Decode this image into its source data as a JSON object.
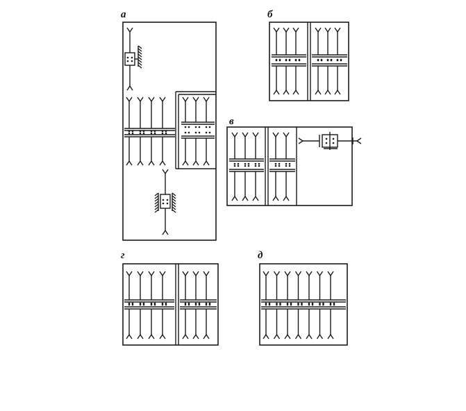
{
  "diagram": {
    "labels": {
      "a": "а",
      "b": "б",
      "v": "в",
      "g": "г",
      "d": "д"
    },
    "colors": {
      "line": "#1a1a1a",
      "background": "#ffffff"
    },
    "panel_columns": {
      "a_top": [
        4,
        3
      ],
      "b": [
        3,
        3
      ],
      "v": [
        3,
        2
      ],
      "g": [
        4,
        3
      ],
      "d": [
        7
      ]
    },
    "icons": [
      "antenna-fork-icon",
      "single-socket-icon",
      "hatched-wall-icon"
    ]
  }
}
